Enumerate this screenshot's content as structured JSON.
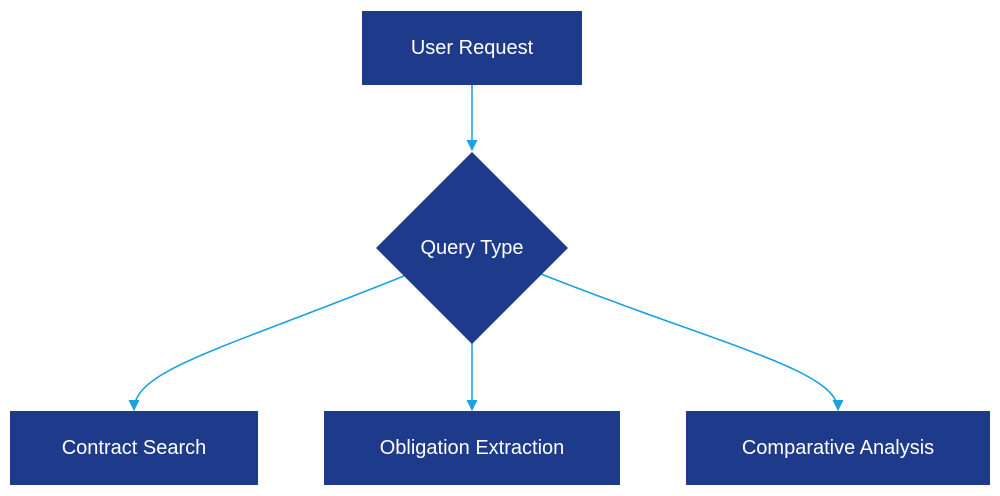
{
  "colors": {
    "node_fill": "#1e3a8a",
    "edge_stroke": "#1ca1e1",
    "label_text": "#ffffff"
  },
  "nodes": {
    "user_request": "User Request",
    "query_type": "Query Type",
    "contract_search": "Contract Search",
    "obligation_extraction": "Obligation Extraction",
    "comparative_analysis": "Comparative Analysis"
  }
}
